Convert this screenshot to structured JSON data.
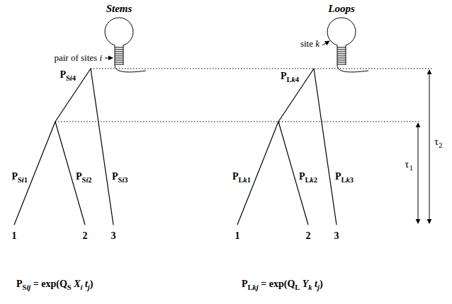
{
  "diagram": {
    "labels": [
      "Stems",
      "Loops",
      "pair of sites i",
      "site k",
      "PSi4",
      "PSi1",
      "PSi2",
      "PSi3",
      "PLk4",
      "PLk1",
      "PLk2",
      "PLk3",
      "1",
      "2",
      "3",
      "1",
      "2",
      "3",
      "τ1",
      "τ2",
      "PSij = exp(QS Xi tj)",
      "PLkj = exp(QL Yk tj)"
    ]
  }
}
